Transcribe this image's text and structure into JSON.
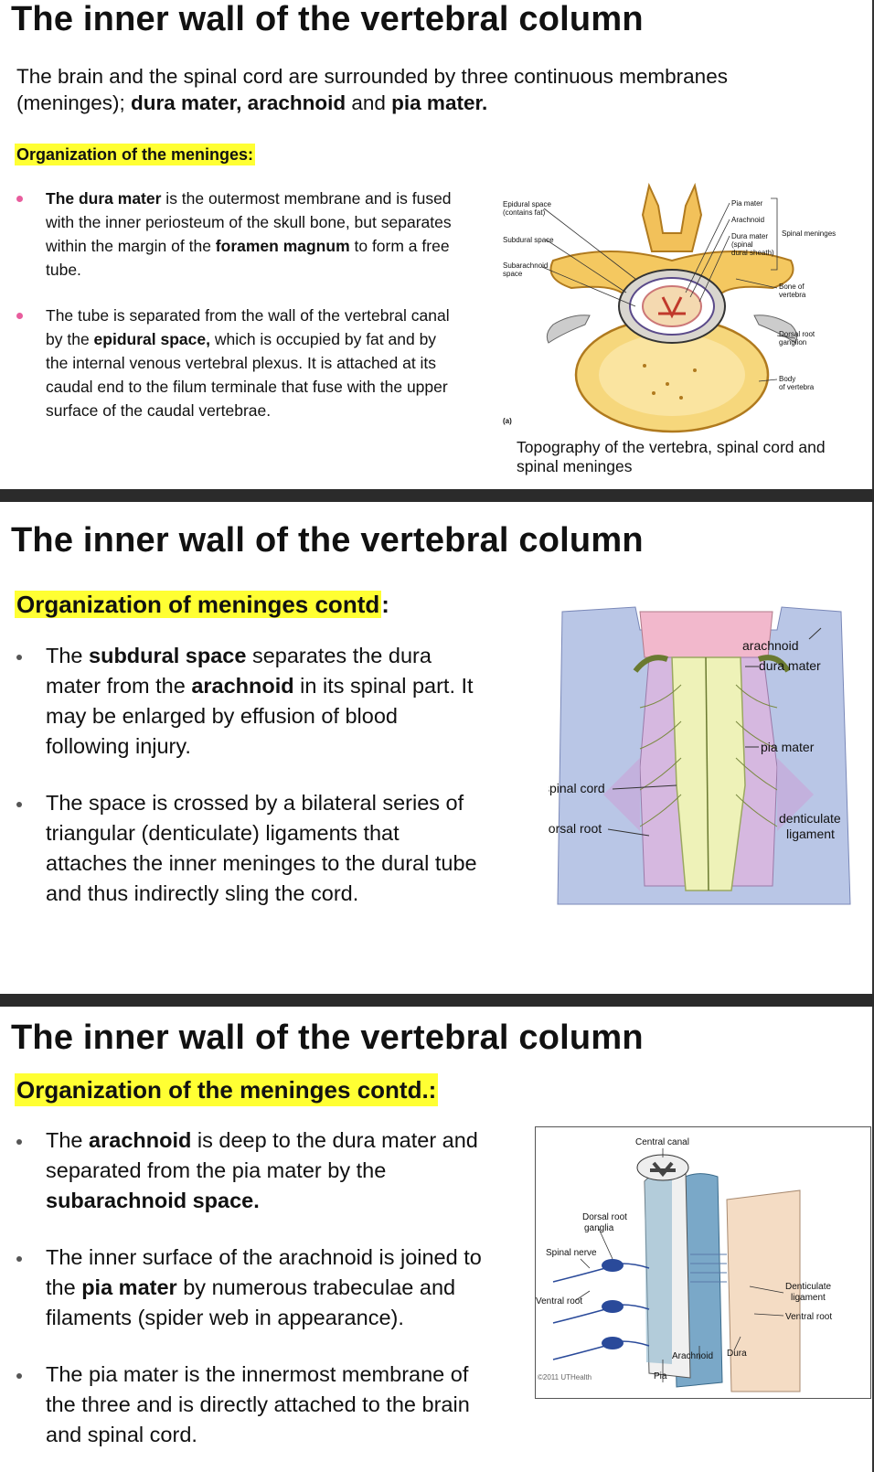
{
  "slides": [
    {
      "title": "The inner wall of the vertebral column",
      "intro_a": "The brain and the spinal cord are surrounded by three continuous membranes (meninges); ",
      "intro_b": "dura mater, arachnoid",
      "intro_c": " and ",
      "intro_d": "pia mater.",
      "highlight": "Organization of the meninges:",
      "bullets": [
        {
          "b1": "The dura mater",
          "t1": " is the outermost membrane and is fused with the inner periosteum of the skull bone, but separates within the margin of the ",
          "b2": "foramen magnum",
          "t2": " to form a free tube."
        },
        {
          "t0": "The tube is separated from the wall of the vertebral canal by the ",
          "b1": "epidural space,",
          "t1": " which is occupied by fat and  by the internal venous vertebral plexus. It is attached at its caudal end to the filum terminale that fuse with the upper surface of the caudal vertebrae."
        }
      ],
      "figure": {
        "labels": {
          "epidural": "Epidural space",
          "epidural2": "(contains fat)",
          "subdural": "Subdural space",
          "subarach": "Subarachnoid",
          "subarach2": "space",
          "pia": "Pia mater",
          "arachnoid": "Arachnoid",
          "dura": "Dura mater",
          "dura2": "(spinal",
          "dura3": "dural sheath)",
          "meninges": "Spinal meninges",
          "bone": "Bone of",
          "bone2": "vertebra",
          "drg": "Dorsal root",
          "drg2": "ganglion",
          "body": "Body",
          "body2": "of vertebra",
          "panel": "(a)"
        },
        "caption": "Topography of the vertebra, spinal cord and spinal meninges"
      }
    },
    {
      "title": "The inner wall of the vertebral column",
      "highlight": "Organization of meninges contd",
      "highlight_tail": ":",
      "bullets": [
        {
          "t0": "The ",
          "b1": "subdural space",
          "t1": " separates the dura mater from the ",
          "b2": "arachnoid",
          "t2": " in its spinal part. It may be enlarged by effusion of blood following injury."
        },
        {
          "t0": "The space is crossed by a bilateral series of triangular (denticulate) ligaments that attaches the inner meninges to the dural tube and thus indirectly sling the cord."
        }
      ],
      "figure": {
        "labels": {
          "arachnoid": "arachnoid",
          "dura": "dura mater",
          "pia": "pia mater",
          "dent": "denticulate",
          "dent2": "ligament",
          "cord": "spinal cord",
          "root": "dorsal root"
        }
      }
    },
    {
      "title": "The inner wall of the vertebral column",
      "highlight": "Organization of the meninges contd.:",
      "bullets": [
        {
          "t0": "The ",
          "b1": "arachnoid",
          "t1": " is deep to the dura mater and separated from the pia mater by the ",
          "b2": "subarachnoid space."
        },
        {
          "t0": "The inner surface of the arachnoid is joined to the ",
          "b1": "pia mater",
          "t1": " by numerous trabeculae and filaments (spider web in appearance)."
        },
        {
          "t0": "The pia mater is the innermost membrane of the three and is directly attached to the brain and spinal cord."
        }
      ],
      "figure": {
        "labels": {
          "canal": "Central canal",
          "drg": "Dorsal root",
          "drg2": "ganglia",
          "nerve": "Spinal nerve",
          "ventral": "Ventral root",
          "credit": "©2011 UTHealth",
          "pia": "Pia",
          "arachnoid": "Arachnoid",
          "dura": "Dura",
          "dent": "Denticulate",
          "dent2": "ligament",
          "ventral2": "Ventral root"
        }
      }
    }
  ],
  "colors": {
    "highlight": "#ffff33",
    "bullet_pink": "#e85d9d",
    "divider": "#2b2b2b"
  }
}
